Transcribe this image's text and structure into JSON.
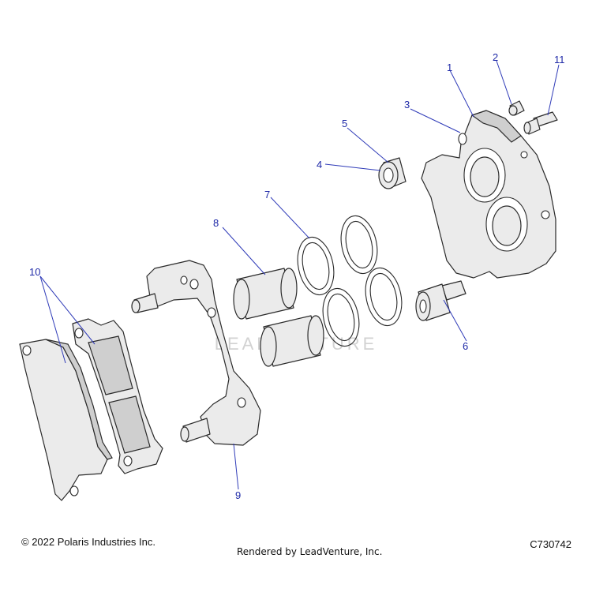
{
  "callouts": {
    "c1": "1",
    "c2": "2",
    "c3": "3",
    "c4": "4",
    "c5": "5",
    "c6": "6",
    "c7": "7",
    "c8": "8",
    "c9": "9",
    "c10": "10",
    "c11": "11"
  },
  "watermark": "LEADVENTURE",
  "footer": {
    "copyright": "© 2022 Polaris Industries Inc.",
    "rendered_by": "Rendered by LeadVenture, Inc.",
    "diagram_code": "C730742"
  },
  "colors": {
    "callout": "#1f2aa8",
    "part_fill": "#ebebeb",
    "outline": "#2a2a2a"
  }
}
